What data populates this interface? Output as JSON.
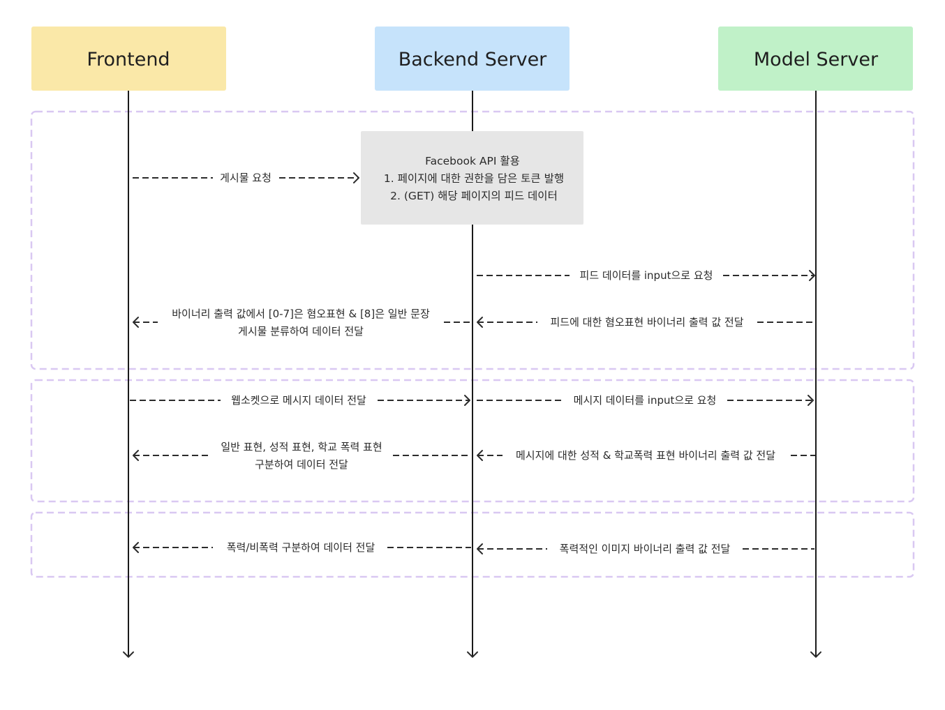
{
  "actors": [
    {
      "id": "frontend",
      "label": "Frontend",
      "color": "#fae8a8"
    },
    {
      "id": "backend",
      "label": "Backend Server",
      "color": "#c6e3fb"
    },
    {
      "id": "model",
      "label": "Model Server",
      "color": "#c0f1c8"
    }
  ],
  "note": {
    "actor": "backend",
    "lines": [
      "Facebook API 활용",
      "1. 페이지에 대한 권한을 담은 토큰 발행",
      "2. (GET) 해당 페이지의 피드 데이터"
    ],
    "color": "#e6e6e6"
  },
  "groups": [
    {
      "id": "group-feed",
      "messages": [
        {
          "from": "frontend",
          "to": "backend",
          "lines": [
            "게시물 요청"
          ]
        },
        {
          "from": "backend",
          "to": "model",
          "lines": [
            "피드 데이터를 input으로 요청"
          ]
        },
        {
          "from": "model",
          "to": "backend",
          "lines": [
            "피드에 대한 혐오표현 바이너리 출력 값 전달"
          ]
        },
        {
          "from": "backend",
          "to": "frontend",
          "lines": [
            "바이너리 출력 값에서 [0-7]은 혐오표현 & [8]은 일반 문장",
            "게시물 분류하여 데이터 전달"
          ]
        }
      ]
    },
    {
      "id": "group-message",
      "messages": [
        {
          "from": "frontend",
          "to": "backend",
          "lines": [
            "웹소켓으로 메시지 데이터 전달"
          ]
        },
        {
          "from": "backend",
          "to": "model",
          "lines": [
            "메시지 데이터를 input으로 요청"
          ]
        },
        {
          "from": "model",
          "to": "backend",
          "lines": [
            "메시지에 대한 성적 & 학교폭력 표현 바이너리 출력 값 전달"
          ]
        },
        {
          "from": "backend",
          "to": "frontend",
          "lines": [
            "일반 표현, 성적 표현, 학교 폭력 표현",
            "구분하여 데이터 전달"
          ]
        }
      ]
    },
    {
      "id": "group-image",
      "messages": [
        {
          "from": "backend",
          "to": "frontend",
          "lines": [
            "폭력/비폭력 구분하여 데이터 전달"
          ]
        },
        {
          "from": "model",
          "to": "backend",
          "lines": [
            "폭력적인 이미지 바이너리 출력 값 전달"
          ]
        }
      ]
    }
  ]
}
